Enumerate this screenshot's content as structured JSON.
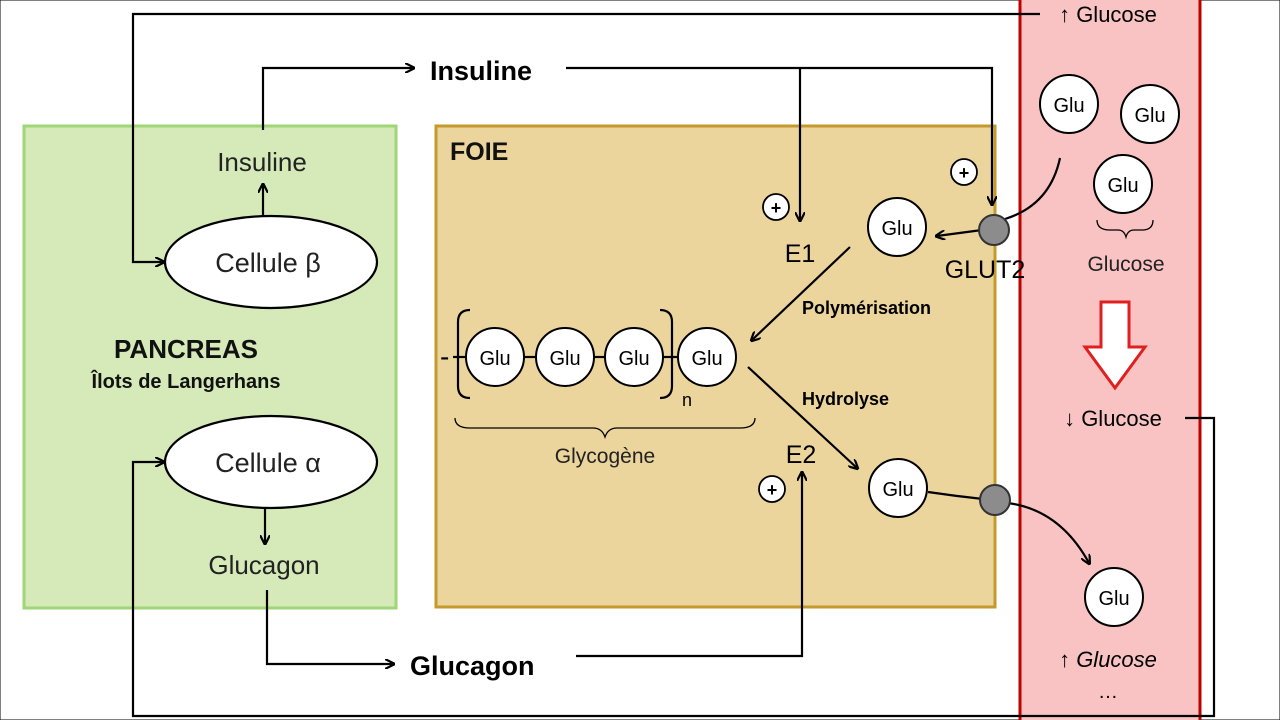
{
  "colors": {
    "pancreas_fill": "#d5eab8",
    "pancreas_border": "#9fd676",
    "liver_fill": "#ebd59c",
    "liver_border": "#c49a2c",
    "blood_fill": "#f9c3c3",
    "blood_border": "#c00000",
    "glut_fill": "#8c8c8c"
  },
  "pancreas": {
    "title": "PANCREAS",
    "subtitle": "Îlots de Langerhans",
    "beta_cell": "Cellule β",
    "alpha_cell": "Cellule α",
    "beta_output": "Insuline",
    "alpha_output": "Glucagon"
  },
  "hormones": {
    "insulin": "Insuline",
    "glucagon": "Glucagon"
  },
  "liver": {
    "title": "FOIE",
    "enzyme1": "E1",
    "enzyme2": "E2",
    "transporter": "GLUT2",
    "polymerisation": "Polymérisation",
    "hydrolyse": "Hydrolyse",
    "glycogene": "Glycogène",
    "repeat_n": "n",
    "chain_prefix": "-",
    "plus": "+"
  },
  "molecule": {
    "glu": "Glu"
  },
  "blood": {
    "glucose_high_top": "↑ Glucose",
    "glucose_label": "Glucose",
    "glucose_low": "↓ Glucose",
    "glucose_high_bottom": "↑ Glucose",
    "ellipsis": "…"
  }
}
